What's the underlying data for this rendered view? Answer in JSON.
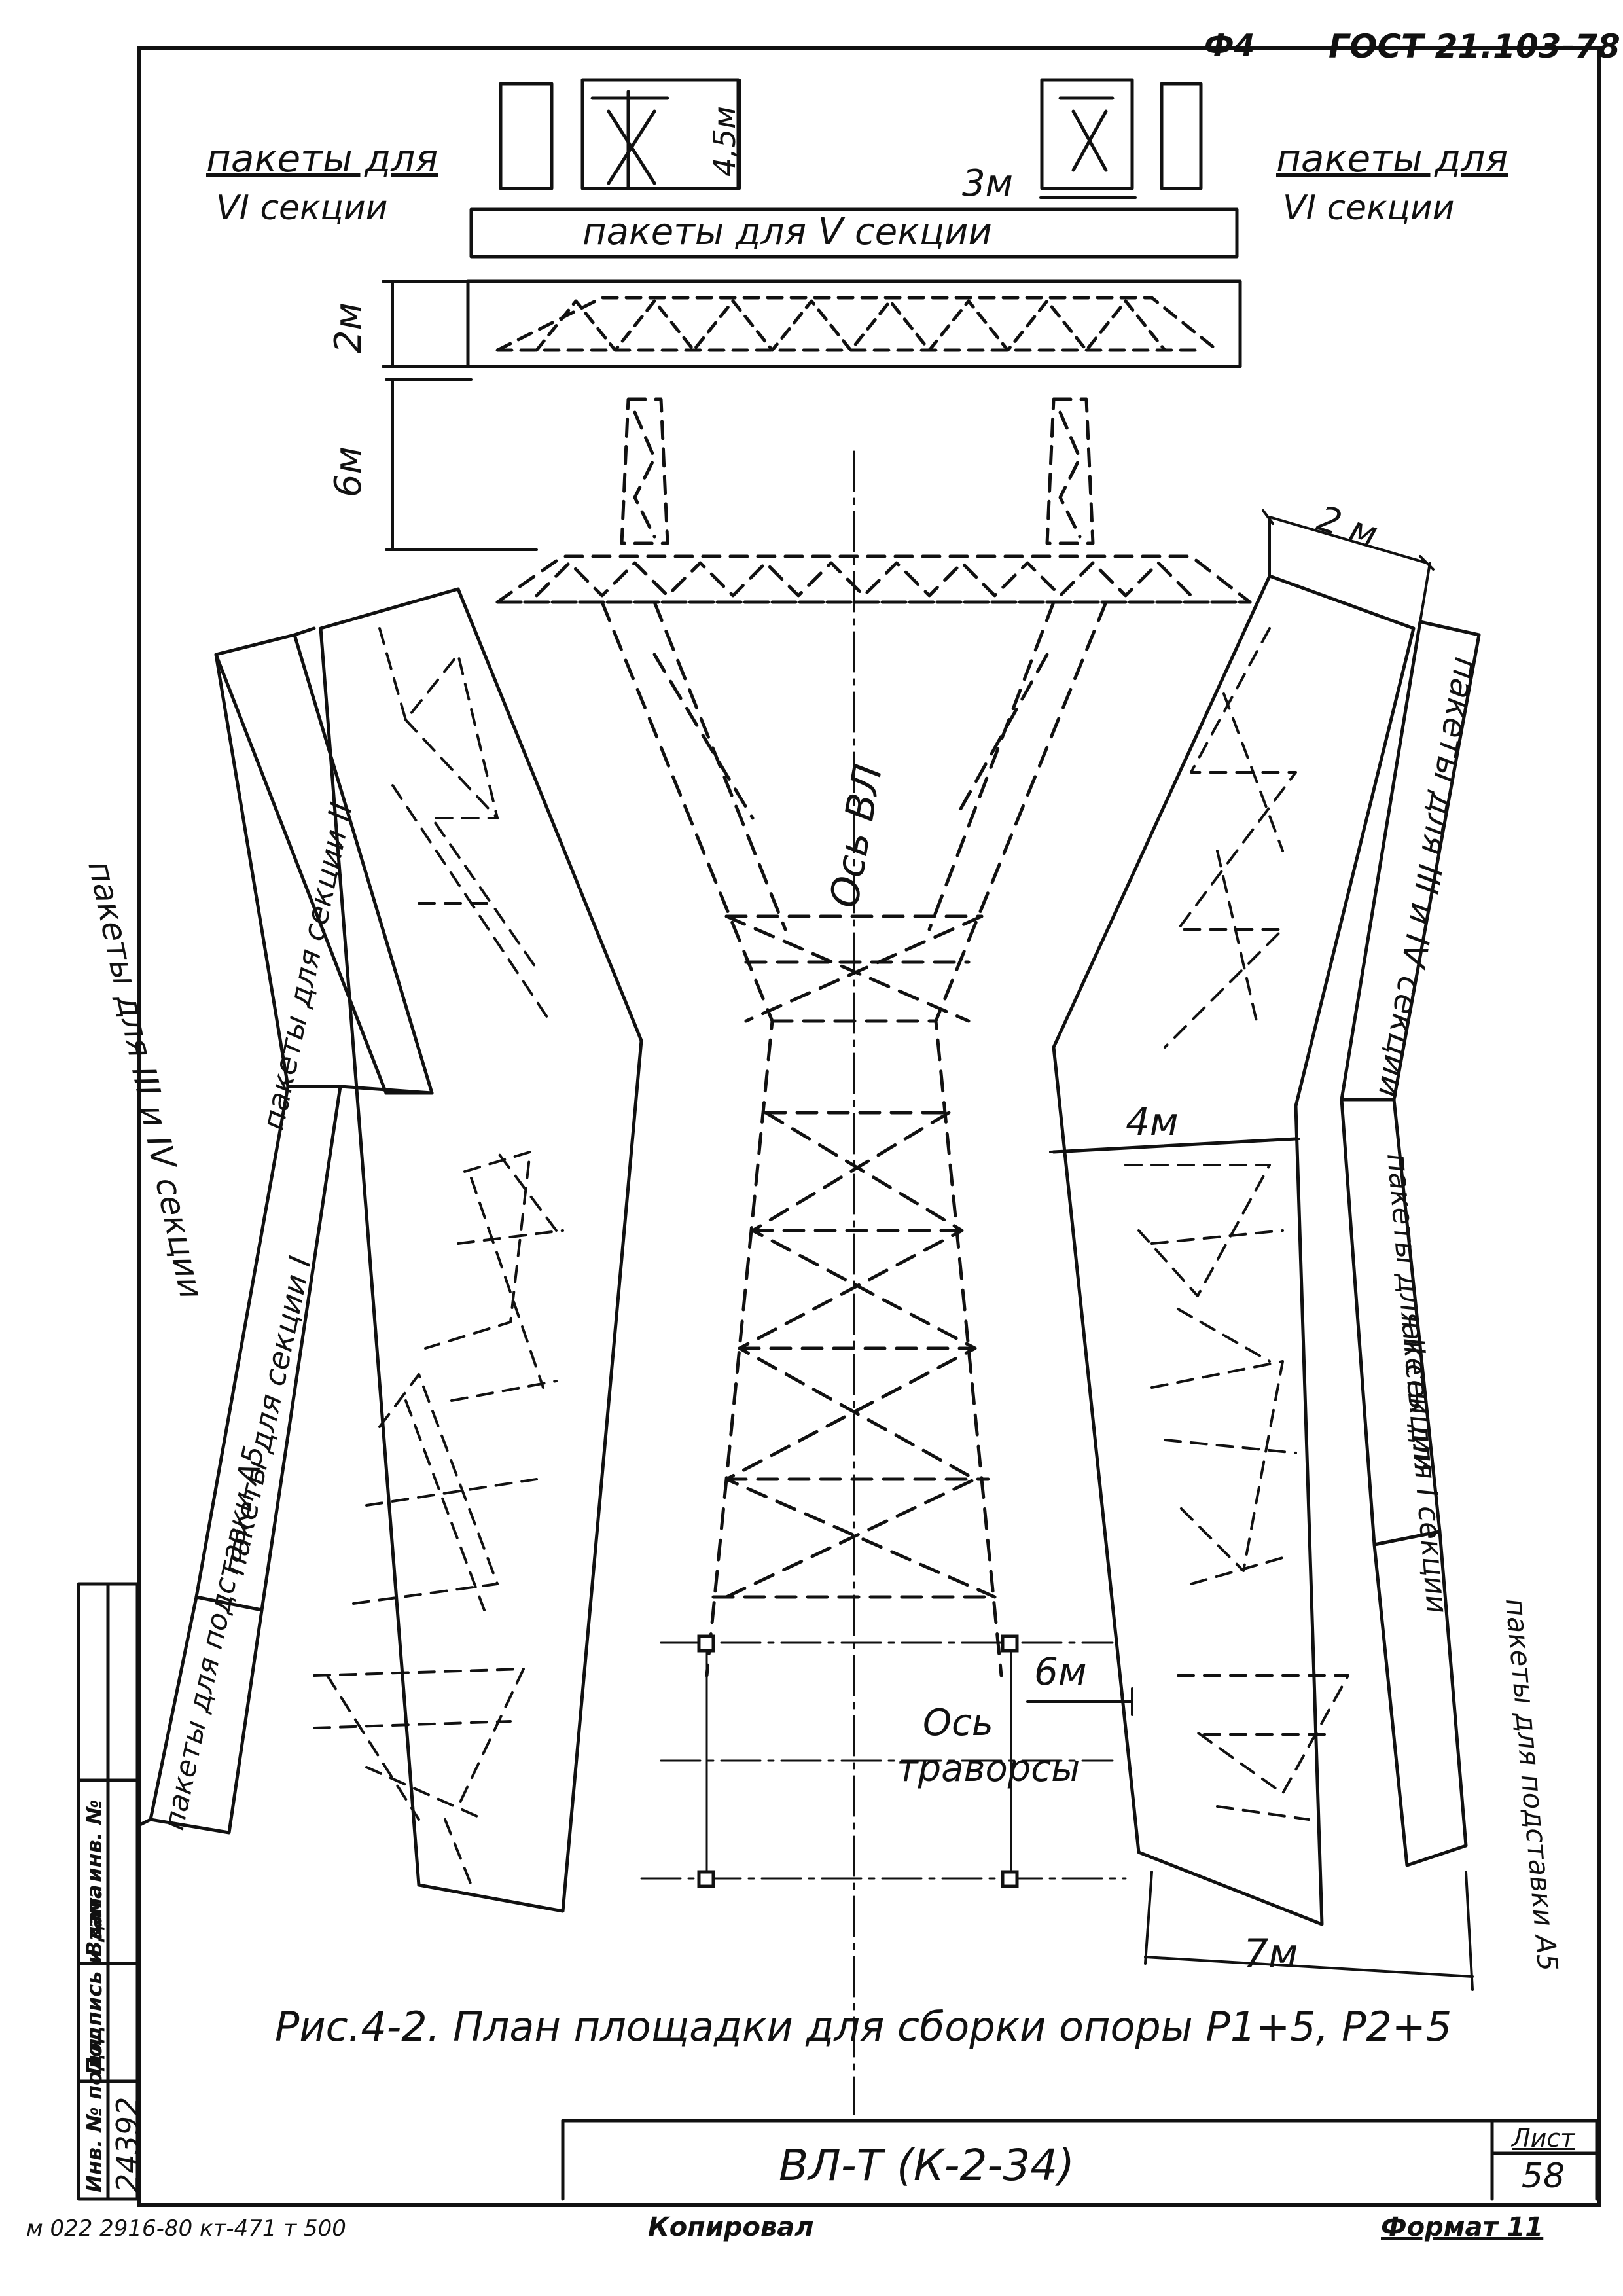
{
  "header": {
    "sheet_mark": "Ф4",
    "standard": "ГОСТ 21.103-78"
  },
  "labels": {
    "packs_vi_left": "пакеты для",
    "packs_vi_left_2": "VI секции",
    "packs_vi_right": "пакеты для",
    "packs_vi_right_2": "VI секции",
    "packs_v": "пакеты для V секции",
    "packs_iii_iv_left": "пакеты для III и IV секции",
    "packs_ii_left": "пакеты для секции II",
    "packs_i_left": "пакеты для секции I",
    "packs_a5_left": "пакеты для подставки А5",
    "packs_iii_iv_right": "пакеты для III и IV секции",
    "packs_ii_right": "пакеты для II секции",
    "packs_i_right": "пакеты для I секции",
    "packs_a5_right": "пакеты для подставки А5",
    "axis_vl": "Ось ВЛ",
    "axis_traverse_1": "Ось",
    "axis_traverse_2": "траворсы"
  },
  "dimensions": {
    "d_4_5m": "4,5м",
    "d_3m": "3м",
    "d_2m_top": "2м",
    "d_6m_left": "6м",
    "d_2m_right": "2 м",
    "d_4m": "4м",
    "d_6m_bottom": "6м",
    "d_7m": "7м"
  },
  "caption": "Рис.4-2. План площадки для сборки опоры Р1+5, Р2+5",
  "title_block": {
    "designation": "ВЛ-Т (К-2-34)",
    "sheet_label": "Лист",
    "sheet_number": "58",
    "format_label": "Формат 11",
    "copied_label": "Копировал",
    "bottom_code": "м 022 2916-80 кт-471 т 500"
  },
  "side_stamp": {
    "inv_orig": "Инв. № подл.",
    "sign_date": "Подпись и дата",
    "replace_inv": "Взам. инв. №",
    "inv_value": "24392"
  }
}
